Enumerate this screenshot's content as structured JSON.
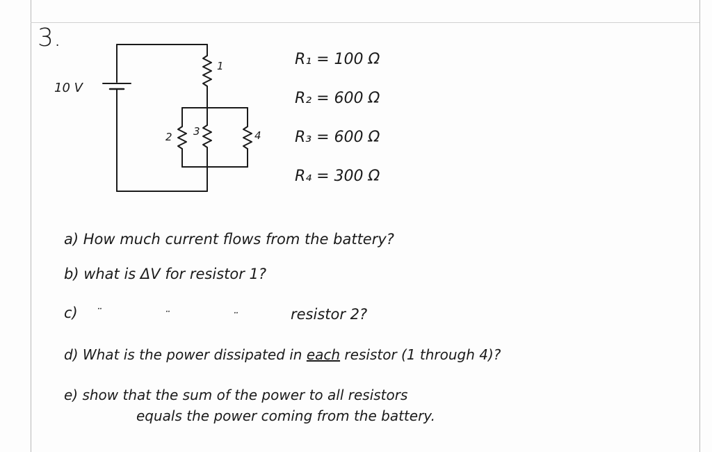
{
  "problem": {
    "number": "3.",
    "battery_label": "10 V",
    "resistor_labels": [
      "1",
      "2",
      "3",
      "4"
    ],
    "resistor_values": [
      "R₁ = 100 Ω",
      "R₂ = 600 Ω",
      "R₃ = 600 Ω",
      "R₄ = 300 Ω"
    ],
    "questions": {
      "a": "a) How much current flows from the battery?",
      "b": "b) what is ΔV for resistor 1?",
      "c_prefix": "c)",
      "c_ditto": "¨",
      "c_text": "resistor 2?",
      "d_prefix": "d) What is the power dissipated in ",
      "d_emph": "each",
      "d_suffix": " resistor (1 through 4)?",
      "e_line1": "e) show that the sum of the power to all resistors",
      "e_line2": "equals the power coming from the battery."
    }
  }
}
